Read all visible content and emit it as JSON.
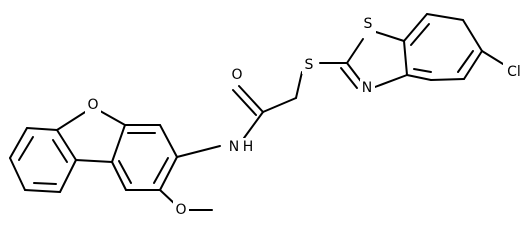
{
  "molecule": {
    "atoms": {
      "oxygen_furan": "O",
      "oxygen_carbonyl": "O",
      "nitrogen_amide": "N",
      "hydrogen_amide": "H",
      "oxygen_methoxy": "O",
      "sulfur_thioether": "S",
      "sulfur_thiazole": "S",
      "nitrogen_thiazole": "N",
      "chlorine": "Cl"
    }
  }
}
